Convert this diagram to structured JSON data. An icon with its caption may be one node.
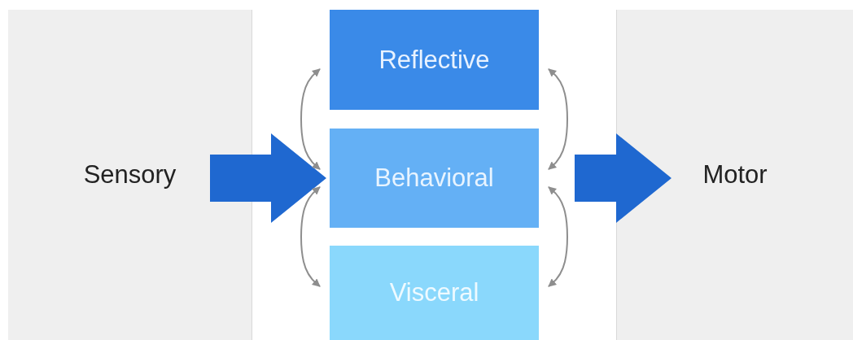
{
  "diagram": {
    "nodes": [
      {
        "text": [
          "Sensory"
        ]
      },
      {
        "text": [
          "Reflective"
        ]
      },
      {
        "text": [
          "Behavioral"
        ]
      },
      {
        "text": [
          "Visceral"
        ]
      },
      {
        "text": [
          "Motor"
        ]
      }
    ],
    "edges": [
      {
        "from": 0,
        "to": 2,
        "arrow": "to",
        "style": "thick",
        "color": "#1f68d0"
      },
      {
        "from": 2,
        "to": 4,
        "arrow": "to",
        "style": "thick",
        "color": "#1f68d0"
      },
      {
        "from": 1,
        "to": 2,
        "arrow": "both"
      },
      {
        "from": 1,
        "to": 2,
        "arrow": "both"
      },
      {
        "from": 2,
        "to": 3,
        "arrow": "both"
      },
      {
        "from": 2,
        "to": 3,
        "arrow": "both"
      }
    ]
  }
}
